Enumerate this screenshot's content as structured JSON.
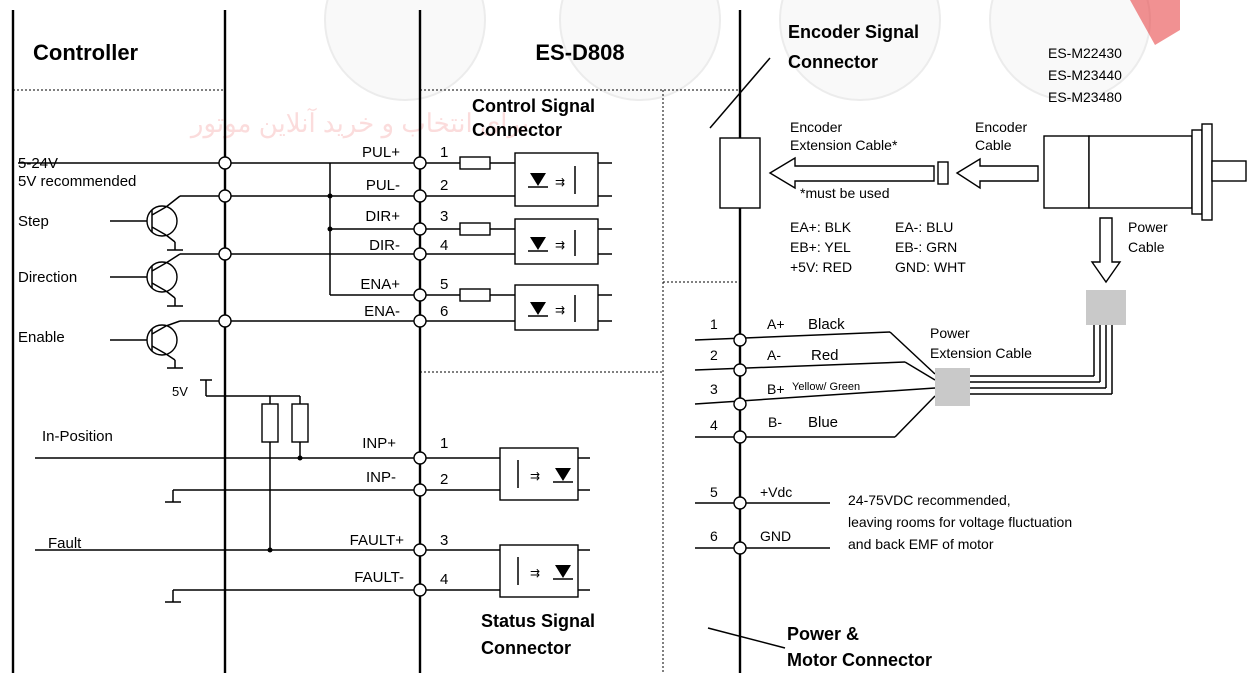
{
  "controller": {
    "title": "Controller",
    "supply_line1": "5-24V",
    "supply_line2": "5V recommended",
    "step_label": "Step",
    "direction_label": "Direction",
    "enable_label": "Enable",
    "five_v_label": "5V",
    "in_position_label": "In-Position",
    "fault_label": "Fault"
  },
  "driver": {
    "title": "ES-D808",
    "control_connector_line1": "Control Signal",
    "control_connector_line2": "Connector",
    "status_connector_line1": "Status Signal",
    "status_connector_line2": "Connector",
    "control_pins": [
      {
        "name": "PUL+",
        "num": "1"
      },
      {
        "name": "PUL-",
        "num": "2"
      },
      {
        "name": "DIR+",
        "num": "3"
      },
      {
        "name": "DIR-",
        "num": "4"
      },
      {
        "name": "ENA+",
        "num": "5"
      },
      {
        "name": "ENA-",
        "num": "6"
      }
    ],
    "status_pins": [
      {
        "name": "INP+",
        "num": "1"
      },
      {
        "name": "INP-",
        "num": "2"
      },
      {
        "name": "FAULT+",
        "num": "3"
      },
      {
        "name": "FAULT-",
        "num": "4"
      }
    ]
  },
  "encoder": {
    "connector_line1": "Encoder Signal",
    "connector_line2": "Connector",
    "extension_line1": "Encoder",
    "extension_line2": "Extension Cable*",
    "must_be_used": "*must be used",
    "cable_line1": "Encoder",
    "cable_line2": "Cable",
    "wires": [
      {
        "left": "EA+: BLK",
        "right": "EA-: BLU"
      },
      {
        "left": "EB+: YEL",
        "right": "EB-: GRN"
      },
      {
        "left": "+5V: RED",
        "right": "GND: WHT"
      }
    ]
  },
  "motor": {
    "models": [
      "ES-M22430",
      "ES-M23440",
      "ES-M23480"
    ],
    "power_cable_line1": "Power",
    "power_cable_line2": "Cable"
  },
  "power_connector": {
    "title_line1": "Power &",
    "title_line2": "Motor Connector",
    "extension_line1": "Power",
    "extension_line2": "Extension Cable",
    "motor_pins": [
      {
        "num": "1",
        "signal": "A+",
        "color": "Black"
      },
      {
        "num": "2",
        "signal": "A-",
        "color": "Red"
      },
      {
        "num": "3",
        "signal": "B+",
        "color": "Yellow/ Green"
      },
      {
        "num": "4",
        "signal": "B-",
        "color": "Blue"
      }
    ],
    "power_pins": [
      {
        "num": "5",
        "signal": "+Vdc"
      },
      {
        "num": "6",
        "signal": "GND"
      }
    ],
    "note_line1": "24-75VDC recommended,",
    "note_line2": "leaving rooms for voltage fluctuation",
    "note_line3": "and back EMF of motor"
  },
  "watermark": {
    "text": "برای انتخاب و خرید آنلاین موتور",
    "accent": "#e8484a"
  }
}
